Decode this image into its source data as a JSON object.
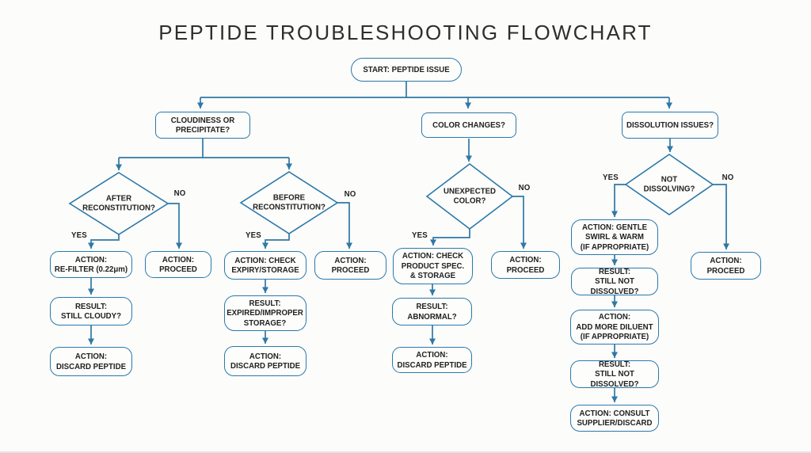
{
  "title": "PEPTIDE TROUBLESHOOTING FLOWCHART",
  "labels": {
    "yes": "YES",
    "no": "NO"
  },
  "colors": {
    "line": "#2e78a6",
    "border": "#2b79ab",
    "text": "#212121",
    "background": "#fcfcfa"
  },
  "nodes": {
    "start": "START: PEPTIDE ISSUE",
    "q_cloudiness": "CLOUDINESS OR\nPRECIPITATE?",
    "q_color": "COLOR CHANGES?",
    "q_dissolution": "DISSOLUTION ISSUES?",
    "d_after_recon": "AFTER\nRECONSTITUTION?",
    "d_before_recon": "BEFORE\nRECONSTITUTION?",
    "d_unexpected_color": "UNEXPECTED\nCOLOR?",
    "d_not_dissolving": "NOT\nDISSOLVING?",
    "a_refilter": "ACTION:\nRE-FILTER (0.22μm)",
    "a_proceed_1": "ACTION:\nPROCEED",
    "r_still_cloudy": "RESULT:\nSTILL CLOUDY?",
    "a_discard_1": "ACTION:\nDISCARD PEPTIDE",
    "a_check_expiry": "ACTION: CHECK\nEXPIRY/STORAGE",
    "a_proceed_2": "ACTION:\nPROCEED",
    "r_expired": "RESULT:\nEXPIRED/IMPROPER\nSTORAGE?",
    "a_discard_2": "ACTION:\nDISCARD PEPTIDE",
    "a_check_spec": "ACTION: CHECK\nPRODUCT SPEC.\n& STORAGE",
    "a_proceed_3": "ACTION:\nPROCEED",
    "r_abnormal": "RESULT:\nABNORMAL?",
    "a_discard_3": "ACTION:\nDISCARD PEPTIDE",
    "a_swirl": "ACTION: GENTLE\nSWIRL & WARM\n(IF APPROPRIATE)",
    "a_proceed_4": "ACTION:\nPROCEED",
    "r_not_dissolved_1": "RESULT:\nSTILL NOT DISSOLVED?",
    "a_add_diluent": "ACTION:\nADD MORE DILUENT\n(IF APPROPRIATE)",
    "r_not_dissolved_2": "RESULT:\nSTILL NOT DISSOLVED?",
    "a_consult": "ACTION: CONSULT\nSUPPLIER/DISCARD"
  }
}
